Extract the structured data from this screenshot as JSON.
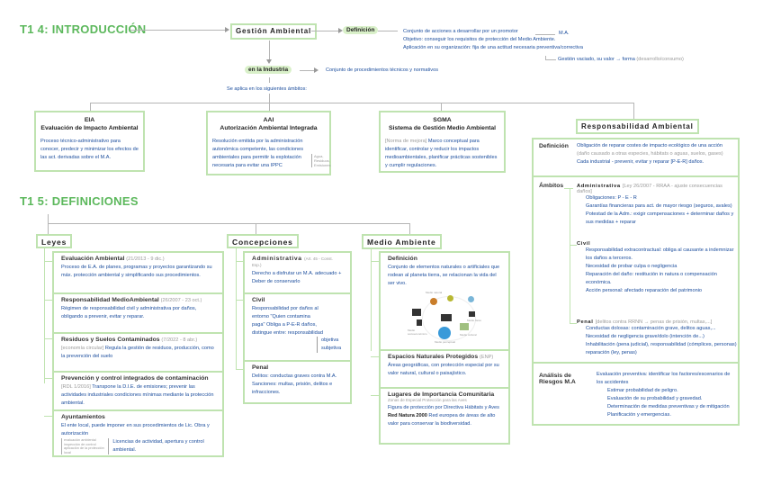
{
  "t14": {
    "title": "T1 4: INTRODUCCIÓN",
    "gestion": "Gestión Ambiental",
    "definicion_label": "Definición",
    "definicion_lines": [
      "Conjunto de acciones a desarrollar por un promotor",
      "Objetivo: conseguir los requisitos de protección del Medio Ambiente.",
      "Aplicación en su organización: fija de una actitud necesaria preventiva/correctiva"
    ],
    "ma_label": "M.A.",
    "recursos_line": "Gestión vaciado, su valor → forma",
    "recursos_note": "(desarrollo/consumo)",
    "industria_label": "en la Industria",
    "industria_text": "Conjunto de procedimientos técnicos y normativos",
    "aplica_text": "Se aplica en los siguientes ámbitos:",
    "eia": {
      "abbr": "EIA",
      "title": "Evaluación de Impacto Ambiental",
      "text": "Proceso técnico-administrativo para conocer, predecir y minimizar los efectos de las act. derivadas sobre el M.A."
    },
    "aai": {
      "abbr": "AAI",
      "title": "Autorización Ambiental Integrada",
      "text": "Resolución emitida por la administración autonómica competente, las condiciones ambientales para permitir la explotación necesaria para evitar una IPPC",
      "note": "Agua, Residuos, Emisiones"
    },
    "sgma": {
      "abbr": "SGMA",
      "title": "Sistema de Gestión Medio Ambiental",
      "note": "[Norma de mejora]",
      "text": "Marco conceptual para identificar, controlar y reducir los impactos medioambientales, planificar prácticas sostenibles y cumplir regulaciones."
    },
    "resp": {
      "title": "Responsabilidad Ambiental",
      "def_label": "Definición",
      "def_lines": [
        "Obligación de reparar costes de impacto ecológico de una acción",
        "Cada industrial - prevenir, evitar y reparar [P-E-R] daños."
      ],
      "def_note": "(daño causado a otras especies, hábitats o aguas, suelos, gases)",
      "ambitos_label": "Ámbitos",
      "admin_label": "Administrativa",
      "admin_note": "[Ley 26/2007 - RRAA - ajuste consecuencias daños]",
      "admin_lines": [
        "Obligaciones: P - E - R",
        "Garantías financieras para act. de mayor riesgo (seguros, avales)",
        "Potestad de la Adm.: exigir compensaciones + determinar daños y sus medidas + reparar"
      ],
      "civil_label": "Civil",
      "civil_lines": [
        "Responsabilidad extracontractual: obliga al causante a indemnizar los daños a terceros.",
        "Necesidad de probar culpa o negligencia",
        "Reparación del daño: restitución in natura o compensación económica.",
        "Acción personal: afectado reparación del patrimonio"
      ],
      "penal_label": "Penal",
      "penal_note": "[delitos contra RRNN → penas de prisión, multas,...]",
      "penal_lines": [
        "Conductas dolosas: contaminación grave, delitos aguas,...",
        "Necesidad de negligencia grave/dolo (intención de...)",
        "Inhabilitación (pena judicial), responsabilidad (cómplices, personas)",
        "reparación (ley, penas)"
      ],
      "analisis_label": "Análisis de Riesgos M.A",
      "analisis_lines": [
        "Evaluación preventiva: identificar los factores/escenarios de los accidentes",
        "Estimar probabilidad de peligro.",
        "Evaluación de su probabilidad y gravedad.",
        "Determinación de medidas preventivas y de mitigación",
        "Planificación y emergencias."
      ]
    }
  },
  "t15": {
    "title": "T1 5: DEFINICIONES",
    "leyes": {
      "label": "Leyes",
      "items": [
        {
          "title": "Evaluación Ambiental",
          "note": "(21/2013 - 9 dic.)",
          "text": "Proceso de E.A. de planes, programas y proyectos garantizando su máx. protección ambiental y simplificando sus procedimientos."
        },
        {
          "title": "Responsabilidad MedioAmbiental",
          "note": "(26/2007 - 23 oct.)",
          "text": "Régimen de responsabilidad civil y administrativa por daños, obligando a prevenir, evitar y reparar."
        },
        {
          "title": "Residuos y Suelos Contaminados",
          "note": "(7/2022 - 8 abr.)",
          "pre": "[economía circular]",
          "text": "Regula la gestión de residuos, producción, como la prevención del suelo"
        },
        {
          "title": "Prevención y control integrados de contaminación",
          "pre": "[RDL 1/2016]",
          "text": "Transpone la D.I.E. de emisiones; prevenir las actividades industriales condiciones mínimas mediante la protección ambiental."
        },
        {
          "title": "Ayuntamientos",
          "text": "El ente local, puede imponer en sus procedimientos de Lic. Obra y autorización",
          "note_items": [
            "evaluación ambiental",
            "inspección de control",
            "aplicación de la protección local"
          ],
          "tail": "Licencias de actividad, apertura y control ambiental."
        }
      ]
    },
    "concepciones": {
      "label": "Concepciones",
      "items": [
        {
          "title": "Administrativa",
          "note": "(Art. 45 - Const. Esp.)",
          "text": "Derecho a disfrutar un M.A. adecuado + Deber de conservarlo"
        },
        {
          "title": "Civil",
          "text": "Responsabilidad por daños al entorno \"Quien contamina paga\" Obliga a P-E-R daños, distingue entre: responsabilidad",
          "branches": [
            "objetiva",
            "subjetiva"
          ]
        },
        {
          "title": "Penal",
          "text": "Delitos: conductas graves contra M.A. Sanciones: multas, prisión, delitos e infracciones."
        }
      ]
    },
    "medio": {
      "label": "Medio Ambiente",
      "items": [
        {
          "title": "Definición",
          "text": "Conjunto de elementos naturales o artificiales que rodean al planeta tierra, se relacionan la vida del ser vivo.",
          "fig_labels": [
            "Medio natural",
            "Medio físico",
            "Medio cultural",
            "Medio socioeconómico",
            "Medio perceptual"
          ]
        },
        {
          "title": "Espacios Naturales Protegidos",
          "note": "(ENP)",
          "text": "Áreas geográficas, con protección especial por su valor natural, cultural o paisajístico."
        },
        {
          "title": "Lugares de Importancia Comunitaria",
          "subtitle": "Zonas de Especial Protección para las Aves",
          "text": "Figura de protección por Directiva Hábitats y Aves",
          "bold": "Red Natura 2000",
          "tail": "Red europea de áreas de alto valor para conservar la biodiversidad."
        }
      ]
    }
  },
  "colors": {
    "accent_green": "#5cb85c",
    "box_border": "#bfe3b0",
    "handwriting_blue": "#1a4c9c",
    "highlight": "#d9f0c9"
  }
}
